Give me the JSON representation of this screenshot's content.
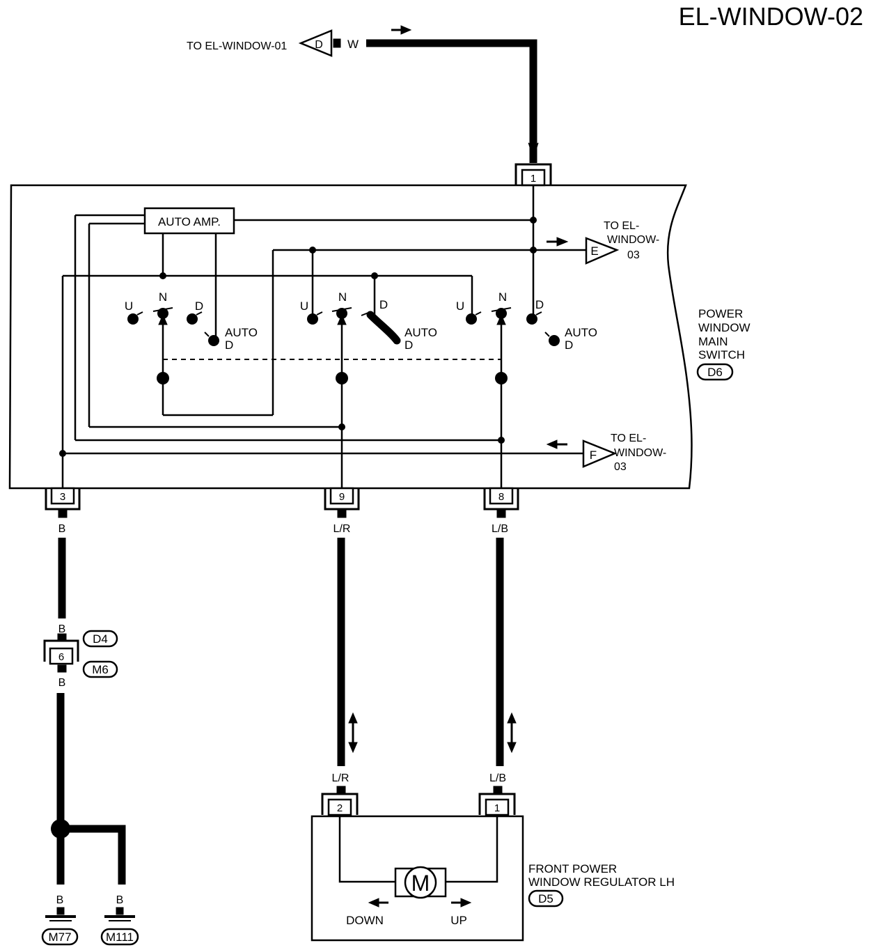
{
  "page_title": "EL-WINDOW-02",
  "wires": {
    "power_top": "W",
    "power_top_pin": "W",
    "ground": "B",
    "left_top": "L/R",
    "right_top": "L/B",
    "left_bottom": "L/R",
    "right_bottom": "L/B"
  },
  "connectors": {
    "d": "D",
    "e": "E",
    "f": "F",
    "to_el_window_01": "TO EL-WINDOW-01",
    "to_el_window_03_e": {
      "line1": "TO EL-",
      "line2": "WINDOW-",
      "line3": "03"
    },
    "to_el_window_03_f": {
      "line1": "TO EL-",
      "line2": "WINDOW-",
      "line3": "03"
    }
  },
  "pins": {
    "main_1": "1",
    "main_3": "3",
    "main_9": "9",
    "main_8": "8",
    "inline_6": "6",
    "motor_2": "2",
    "motor_1": "1"
  },
  "switch": {
    "auto_amp": "AUTO AMP.",
    "u": "U",
    "n": "N",
    "d": "D",
    "auto": "AUTO",
    "auto_d": "D"
  },
  "components": {
    "main_switch": {
      "line1": "POWER",
      "line2": "WINDOW",
      "line3": "MAIN",
      "line4": "SWITCH",
      "code": "D6"
    },
    "regulator": {
      "line1": "FRONT POWER",
      "line2": "WINDOW REGULATOR LH",
      "code": "D5",
      "motor": "M",
      "down": "DOWN",
      "up": "UP"
    },
    "inline_connector": {
      "upper": "D4",
      "lower": "M6"
    },
    "ground_codes": [
      "M77",
      "M111"
    ]
  }
}
